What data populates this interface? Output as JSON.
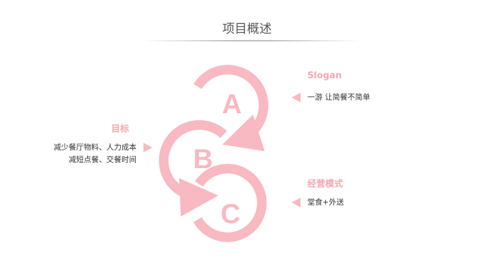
{
  "header": {
    "title": "项目概述"
  },
  "steps": [
    {
      "letter": "A"
    },
    {
      "letter": "B"
    },
    {
      "letter": "C"
    }
  ],
  "slogan": {
    "heading": "Slogan",
    "text": "一游 让简餐不简单"
  },
  "goal": {
    "heading": "目标",
    "lines": [
      "减少餐厅物料、人力成本",
      "减短点餐、交餐时间"
    ]
  },
  "business_model": {
    "heading": "经营模式",
    "text": "堂食+外送"
  },
  "colors": {
    "accent": "#f8b9c2",
    "heading": "#f4a8b2",
    "text": "#333333"
  }
}
